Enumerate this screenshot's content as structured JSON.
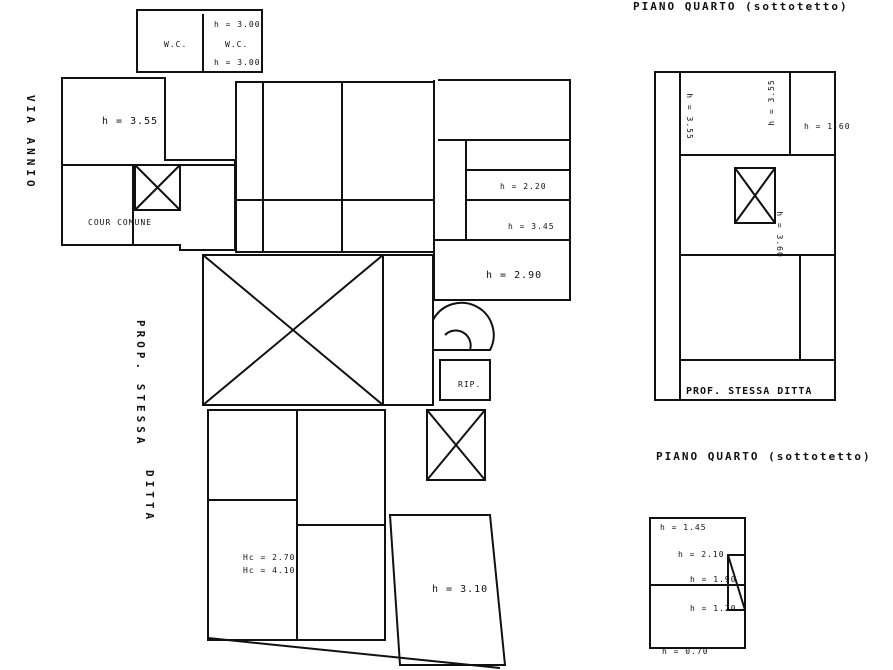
{
  "titles": {
    "piano_quarto_sottotetto": "PIANO  QUARTO (sottotetto)",
    "piano_quarto_sottotetto_2": "PIANO  QUARTO  (sottotetto)"
  },
  "street": "VIA  ANNIO",
  "side_label_prop": "PROP.  STESSA",
  "side_label_ditta": "DITTA",
  "prop_stessa_ditta": "PROF. STESSA DITTA",
  "rooms": {
    "wc1": "W.C.",
    "wc2": "W.C.",
    "h300": "h = 3.00",
    "h300b": "h = 3.00",
    "h355": "h = 3.55",
    "cortile": "COUR COMUNE",
    "h220": "h = 2.20",
    "h345": "h = 3.45",
    "h290": "h = 2.90",
    "rip": "RIP.",
    "hc": "Hc = 2.70",
    "hm": "Hc = 4.10",
    "h310": "h = 3.10",
    "h355b": "h = 3.55",
    "h355c": "h = 3.55",
    "h160": "h = 1.60",
    "h360": "h = 3.60",
    "u1": "h = 1.45",
    "u2": "h = 2.10",
    "u3": "h = 1.90",
    "u4": "h = 1.20",
    "u5": "h = 0.70"
  }
}
